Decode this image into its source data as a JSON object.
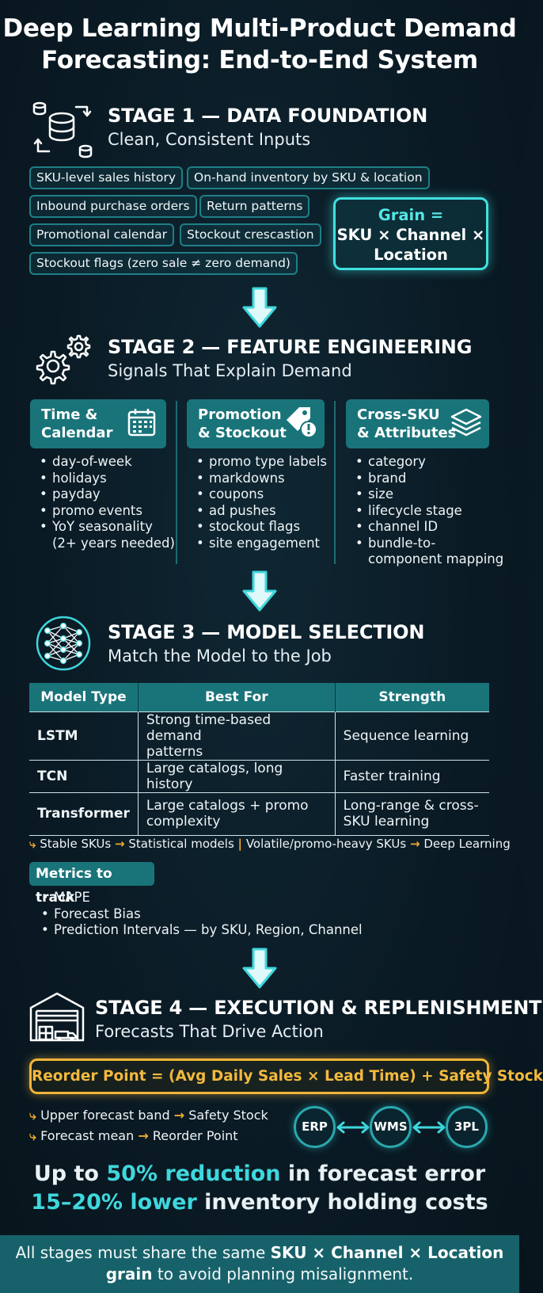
{
  "title": {
    "line1": "Deep Learning Multi-Product Demand",
    "line2": "Forecasting: End-to-End System"
  },
  "stage1": {
    "heading": "STAGE 1 — DATA FOUNDATION",
    "subtitle": "Clean, Consistent Inputs",
    "icon": "database-sync-icon",
    "chips": [
      "SKU-level sales history",
      "On-hand inventory by SKU & location",
      "Inbound purchase orders",
      "Return patterns",
      "Promotional calendar",
      "Stockout crescastion",
      "Stockout flags (zero sale ≠ zero demand)"
    ],
    "grain": {
      "label": "Grain =",
      "value_line1": "SKU × Channel ×",
      "value_line2": "Location"
    }
  },
  "stage2": {
    "heading": "STAGE 2 — FEATURE ENGINEERING",
    "subtitle": "Signals That Explain Demand",
    "icon": "gears-icon",
    "columns": [
      {
        "title_line1": "Time &",
        "title_line2": "Calendar",
        "icon": "calendar-icon",
        "items": [
          "day-of-week",
          "holidays",
          "payday",
          "promo events",
          "YoY seasonality"
        ],
        "extra": "(2+ years needed)"
      },
      {
        "title_line1": "Promotion",
        "title_line2": "& Stockout",
        "icon": "tag-alert-icon",
        "items": [
          "promo type labels",
          "markdowns",
          "coupons",
          "ad pushes",
          "stockout flags",
          "site engagement"
        ]
      },
      {
        "title_line1": "Cross-SKU",
        "title_line2": "& Attributes",
        "icon": "layers-icon",
        "items": [
          "category",
          "brand",
          "size",
          "lifecycle stage",
          "channel ID",
          "bundle-to-"
        ],
        "extra": "component mapping"
      }
    ]
  },
  "stage3": {
    "heading": "STAGE 3 — MODEL SELECTION",
    "subtitle": "Match the Model to the Job",
    "icon": "neural-network-icon",
    "table": {
      "headers": [
        "Model Type",
        "Best For",
        "Strength"
      ],
      "rows": [
        {
          "model": "LSTM",
          "best_for_1": "Strong time-based demand",
          "best_for_2": "patterns",
          "strength_1": "Sequence learning",
          "strength_2": ""
        },
        {
          "model": "TCN",
          "best_for_1": "Large catalogs, long history",
          "best_for_2": "",
          "strength_1": "Faster training",
          "strength_2": ""
        },
        {
          "model": "Transformer",
          "best_for_1": "Large catalogs + promo",
          "best_for_2": "complexity",
          "strength_1": "Long-range & cross-",
          "strength_2": "SKU learning"
        }
      ]
    },
    "guidance": {
      "stable": "Stable SKUs",
      "stable_target": "Statistical models",
      "volatile": "Volatile/promo-heavy SKUs",
      "volatile_target": "Deep Learning"
    },
    "metrics": {
      "label": "Metrics to track",
      "items": [
        "MAPE",
        "Forecast Bias",
        "Prediction Intervals — by SKU, Region, Channel"
      ]
    }
  },
  "stage4": {
    "heading": "STAGE 4 — EXECUTION & REPLENISHMENT",
    "subtitle": "Forecasts That Drive Action",
    "icon": "warehouse-icon",
    "formula": "Reorder Point = (Avg Daily Sales × Lead Time) + Safety Stock",
    "mappings": [
      {
        "from": "Upper forecast band",
        "to": "Safety Stock"
      },
      {
        "from": "Forecast mean",
        "to": "Reorder Point"
      }
    ],
    "systems": [
      "ERP",
      "WMS",
      "3PL"
    ]
  },
  "results": {
    "line1_prefix": "Up to",
    "line1_highlight": "50% reduction",
    "line1_suffix": "in forecast error",
    "line2_highlight": "15–20% lower",
    "line2_suffix": "inventory holding costs"
  },
  "footer": {
    "text_before": "All stages must share the same",
    "bold1": "SKU × Channel × Location",
    "bold2": "grain",
    "text_after": "to avoid planning misalignment."
  },
  "colors": {
    "teal": "#19747a",
    "cyan": "#3fd7dd",
    "orange": "#f0a830",
    "background": "#0a1a24"
  }
}
